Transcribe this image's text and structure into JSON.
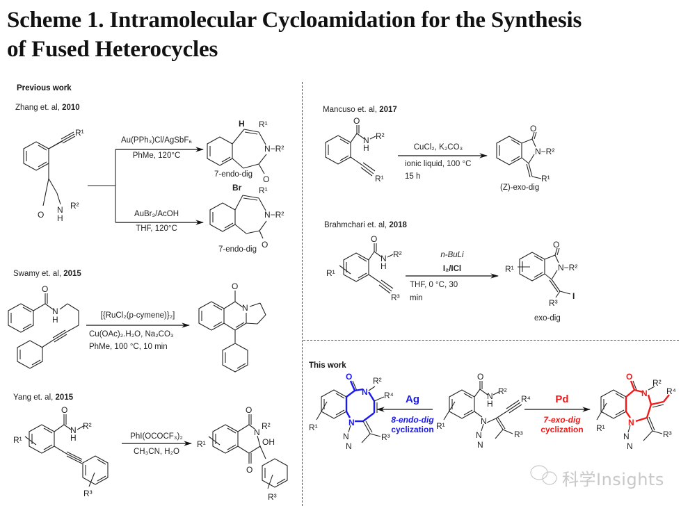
{
  "title": {
    "line1": "Scheme 1. Intramolecular Cycloamidation for the Synthesis",
    "line2": "of Fused Heterocycles"
  },
  "previous_work": {
    "heading": "Previous work",
    "reactions": [
      {
        "author": "Zhang et. al, ",
        "year": "2010",
        "branches": [
          {
            "reagent": "Au(PPh₃)Cl/AgSbF₆",
            "conditions": "PhMe, 120°C",
            "product_label": "7-endo-dig",
            "substituent": "H"
          },
          {
            "reagent": "AuBr₃/AcOH",
            "conditions": "THF, 120°C",
            "product_label": "7-endo-dig",
            "substituent": "Br"
          }
        ]
      },
      {
        "author": "Swamy et. al, ",
        "year": "2015",
        "reagent": "[{RuCl₂(p-cymene)}₂]",
        "conditions_1": "Cu(OAc)₂.H₂O, Na₂CO₃",
        "conditions_2": "PhMe, 100 °C, 10 min"
      },
      {
        "author": "Yang et. al, ",
        "year": "2015",
        "reagent": "PhI(OCOCF₃)₂",
        "conditions": "CH₃CN, H₂O"
      },
      {
        "author": "Mancuso et. al, ",
        "year": "2017",
        "reagent": "CuCl₂, K₂CO₃",
        "conditions_1": "ionic liquid, 100 °C",
        "conditions_2": "15 h",
        "product_label": "(Z)-exo-dig"
      },
      {
        "author": "Brahmchari et. al, ",
        "year": "2018",
        "reagent_1": "n-BuLi",
        "reagent_2": "I₂/ICl",
        "conditions_1": "THF, 0 °C, 30",
        "conditions_2": "min",
        "product_label": "exo-dig"
      }
    ]
  },
  "this_work": {
    "heading": "This work",
    "left": {
      "metal": "Ag",
      "mode_1": "8-endo-dig",
      "mode_2": "cyclization",
      "color": "#1a1af0"
    },
    "right": {
      "metal": "Pd",
      "mode_1": "7-exo-dig",
      "mode_2": "cyclization",
      "color": "#f01a1a"
    }
  },
  "atoms": {
    "R1": "R¹",
    "R2": "R²",
    "R3": "R³",
    "R4": "R⁴",
    "N": "N",
    "O": "O",
    "H": "H",
    "I": "I",
    "OH": "OH",
    "NR2": "N−R²"
  },
  "watermark": "科学Insights"
}
